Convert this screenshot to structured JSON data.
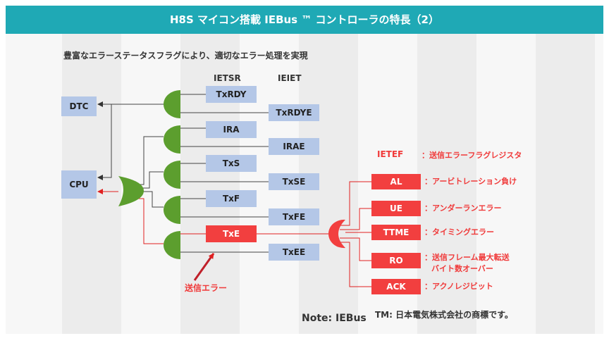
{
  "header": {
    "title": "H8S マイコン搭載 IEBus ™ コントローラの特長（2）"
  },
  "subtitle": "豊富なエラーステータスフラグにより、適切なエラー処理を実現",
  "columns": {
    "ietsr": "IETSR",
    "ieiet": "IEIET"
  },
  "side": {
    "dtc": "DTC",
    "cpu": "CPU"
  },
  "registers": {
    "txrdy": "TxRDY",
    "txrdye": "TxRDYE",
    "ira": "IRA",
    "irae": "IRAE",
    "txs": "TxS",
    "txse": "TxSE",
    "txf": "TxF",
    "txfe": "TxFE",
    "txe": "TxE",
    "txee": "TxEE"
  },
  "ietef": {
    "label": "IETEF",
    "desc": "：送信エラーフラグレジスタ"
  },
  "flags": {
    "al": {
      "label": "AL",
      "desc": "：アービトレーション負け"
    },
    "ue": {
      "label": "UE",
      "desc": "：アンダーランエラー"
    },
    "ttme": {
      "label": "TTME",
      "desc": "：タイミングエラー"
    },
    "ro": {
      "label": "RO",
      "desc1": "：送信フレーム最大転送",
      "desc2": "バイト数オーバー"
    },
    "ack": {
      "label": "ACK",
      "desc": "：アクノレジビット"
    }
  },
  "annotation": "送信エラー",
  "note": {
    "main": "Note: IEBus",
    "tm": "TM: 日本電気株式会社の商標です。"
  },
  "colors": {
    "header": "#1fa9b5",
    "gate": "#5c9e2e",
    "error": "#f23f3f",
    "register": "#b4c7e7"
  }
}
